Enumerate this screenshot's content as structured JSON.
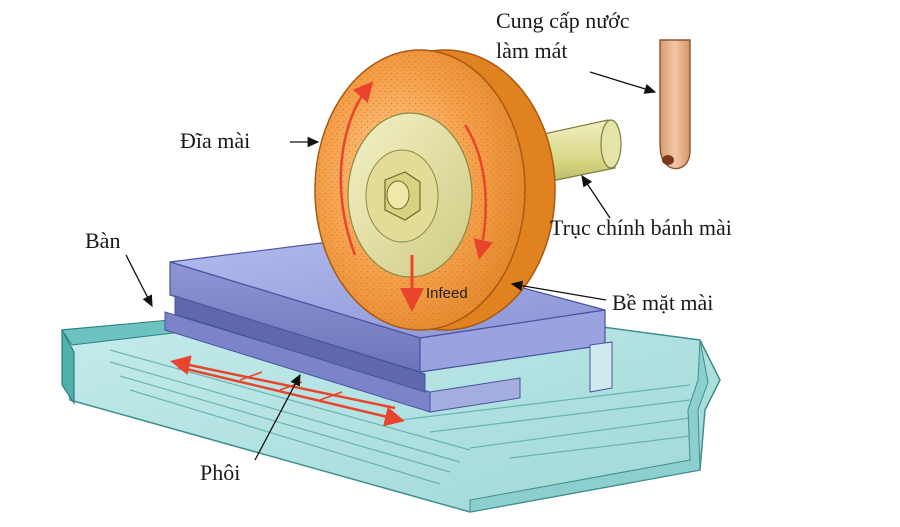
{
  "labels": {
    "coolant_line1": "Cung cấp nước",
    "coolant_line2": "làm mát",
    "wheel": "Đĩa mài",
    "spindle": "Trục chính bánh mài",
    "table": "Bàn",
    "grinding_surface": "Bề mặt mài",
    "workpiece": "Phôi",
    "infeed": "Infeed"
  },
  "colors": {
    "wheel_orange": "#f5a04a",
    "wheel_hub": "#e7e3a2",
    "spindle": "#dcdc8e",
    "workpiece_blue": "#8f9ad8",
    "table_teal": "#7fcbc9",
    "arrow_red": "#e8452c",
    "coolant_pipe": "#e9b48c"
  }
}
